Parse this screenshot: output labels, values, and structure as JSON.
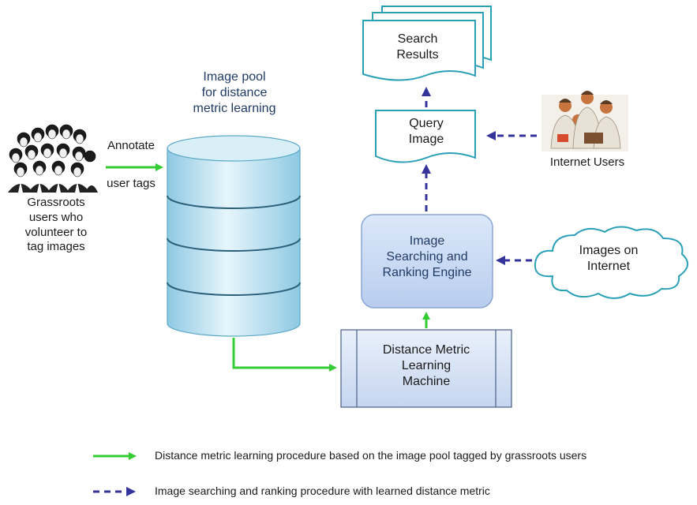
{
  "crowd": {
    "label": "Grassroots\nusers who\nvolunteer to\ntag images"
  },
  "annotate": {
    "top": "Annotate",
    "bottom": "user tags"
  },
  "pool": {
    "label": "Image pool\nfor distance\nmetric learning"
  },
  "search_results": {
    "label": "Search\nResults"
  },
  "query_image": {
    "label": "Query\nImage"
  },
  "internet_users": {
    "label": "Internet Users"
  },
  "engine": {
    "label": "Image\nSearching and\nRanking Engine"
  },
  "cloud": {
    "label": "Images on\nInternet"
  },
  "dml": {
    "label": "Distance Metric\nLearning\nMachine"
  },
  "legend": {
    "solid": "Distance metric learning procedure based on the image pool tagged by grassroots users",
    "dashed": "Image searching and ranking procedure with learned distance metric"
  },
  "colors": {
    "green_arrow": "#33cc33",
    "dashed_arrow": "#333399",
    "box_stroke": "#2aa0b8",
    "engine_fill": "#c9daf5",
    "cylinder_fill": "#cfe9f5"
  },
  "icons": {
    "crowd": "crowd-of-people-icon",
    "internet_users": "group-of-people-icon"
  }
}
